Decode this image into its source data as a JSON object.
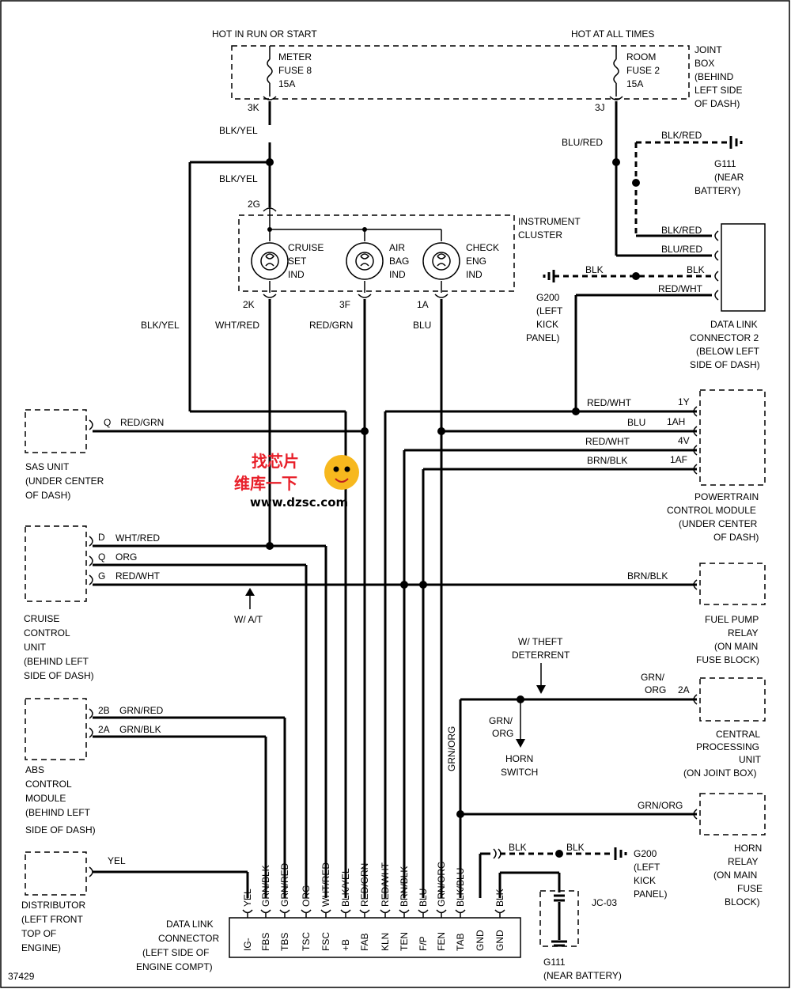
{
  "diagram": {
    "figure_number": "37429",
    "power": {
      "hot_run_start": "HOT IN RUN OR START",
      "hot_always": "HOT AT ALL TIMES"
    },
    "fuses": {
      "meter": [
        "METER",
        "FUSE 8",
        "15A"
      ],
      "meter_pin": "3K",
      "room": [
        "ROOM",
        "FUSE 2",
        "15A"
      ],
      "room_pin": "3J"
    },
    "joint_box": [
      "JOINT",
      "BOX",
      "(BEHIND",
      "LEFT SIDE",
      "OF DASH)"
    ],
    "wire_labels": {
      "blk_yel": "BLK/YEL",
      "blu_red": "BLU/RED",
      "blk_red": "BLK/RED",
      "blk": "BLK",
      "red_wht": "RED/WHT",
      "wht_red": "WHT/RED",
      "red_grn": "RED/GRN",
      "blu": "BLU",
      "brn_blk": "BRN/BLK",
      "org": "ORG",
      "grn_red": "GRN/RED",
      "grn_blk": "GRN/BLK",
      "yel": "YEL",
      "grn_org": "GRN/ORG",
      "grn_org_split": [
        "GRN/",
        "ORG"
      ],
      "wat": "W/ A/T"
    },
    "g111_top": [
      "G111",
      "(NEAR",
      "BATTERY)"
    ],
    "g200_mid": [
      "G200",
      "(LEFT",
      "KICK",
      "PANEL)"
    ],
    "g200_bottom": [
      "G200",
      "(LEFT",
      "KICK",
      "PANEL)"
    ],
    "g111_bottom": [
      "G111",
      "(NEAR BATTERY)"
    ],
    "jc03": "JC-03",
    "cluster": {
      "pin_in": "2G",
      "label": [
        "INSTRUMENT",
        "CLUSTER"
      ],
      "lamps": [
        {
          "text": [
            "CRUISE",
            "SET",
            "IND"
          ],
          "pin": "2K"
        },
        {
          "text": [
            "AIR",
            "BAG",
            "IND"
          ],
          "pin": "3F"
        },
        {
          "text": [
            "CHECK",
            "ENG",
            "IND"
          ],
          "pin": "1A"
        }
      ]
    },
    "dlc2": {
      "title": [
        "DATA LINK",
        "CONNECTOR 2",
        "(BELOW LEFT",
        "SIDE OF DASH)"
      ]
    },
    "pcm": {
      "title": [
        "POWERTRAIN",
        "CONTROL MODULE",
        "(UNDER CENTER",
        "OF DASH)"
      ],
      "pins": [
        "1Y",
        "1AH",
        "4V",
        "1AF"
      ]
    },
    "sas": {
      "title": [
        "SAS UNIT",
        "(UNDER CENTER",
        "OF DASH)"
      ],
      "pin": "Q"
    },
    "cruise": {
      "title": [
        "CRUISE",
        "CONTROL",
        "UNIT",
        "(BEHIND LEFT",
        "SIDE OF DASH)"
      ],
      "pins": [
        "D",
        "Q",
        "G"
      ]
    },
    "abs": {
      "title": [
        "ABS",
        "CONTROL",
        "MODULE",
        "(BEHIND LEFT",
        "SIDE OF DASH)"
      ],
      "pins": [
        "2B",
        "2A"
      ]
    },
    "distributor": {
      "title": [
        "DISTRIBUTOR",
        "(LEFT FRONT",
        "TOP OF",
        "ENGINE)"
      ]
    },
    "fuel_pump": {
      "title": [
        "FUEL PUMP",
        "RELAY",
        "(ON MAIN",
        "FUSE BLOCK)"
      ]
    },
    "theft": {
      "label": [
        "W/ THEFT",
        "DETERRENT"
      ],
      "horn_switch": [
        "HORN",
        "SWITCH"
      ]
    },
    "cpu": {
      "title": [
        "CENTRAL",
        "PROCESSING",
        "UNIT",
        "(ON JOINT BOX)"
      ],
      "pin": "2A"
    },
    "horn_relay": {
      "title": [
        "HORN",
        "RELAY",
        "(ON MAIN",
        "FUSE",
        "BLOCK)"
      ]
    },
    "dlc": {
      "title": [
        "DATA LINK",
        "CONNECTOR",
        "(LEFT SIDE OF",
        "ENGINE COMPT)"
      ],
      "wires": [
        "YEL",
        "GRN/BLK",
        "GRN/RED",
        "ORG",
        "WHT/RED",
        "BLK/YEL",
        "RED/GRN",
        "RED/WHT",
        "BRN/BLK",
        "BLU",
        "GRN/ORG",
        "BLK/BLU",
        "BLK"
      ],
      "terminals": [
        "IG-",
        "FBS",
        "TBS",
        "TSC",
        "FSC",
        "+B",
        "FAB",
        "KLN",
        "TEN",
        "F/P",
        "FEN",
        "TAB",
        "GND",
        "GND"
      ]
    },
    "watermark": {
      "line1": "找芯片",
      "line2": "维库一下",
      "url": "www.dzsc.com"
    }
  }
}
